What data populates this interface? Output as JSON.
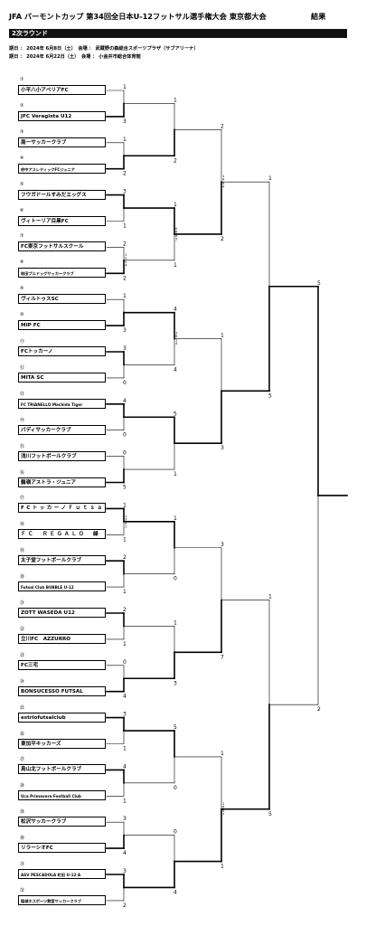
{
  "header": {
    "title": "JFA バーモントカップ 第34回全日本U-12フットサル選手権大会 東京都大会",
    "result_label": "結果",
    "round_label": "2次ラウンド",
    "info_lines": [
      "期日 ： 2024年 6月8日（土）　会場 ： 武蔵野の森総合スポーツプラザ（サブアリーナ）",
      "期日 ： 2024年 6月22日（土）　会場 ： 小金井市総合体育館"
    ]
  },
  "teams": [
    {
      "num": "①",
      "name": "小平八小アベリアFC"
    },
    {
      "num": "②",
      "name": "JFC Veragista U12"
    },
    {
      "num": "③",
      "name": "南一サッカークラブ"
    },
    {
      "num": "④",
      "name": "府中アスレティックFCジュニア"
    },
    {
      "num": "⑤",
      "name": "フウガドールすみだエッグス"
    },
    {
      "num": "⑥",
      "name": "ヴィトーリア目黒FC"
    },
    {
      "num": "⑦",
      "name": "FC東京フットサルスクール"
    },
    {
      "num": "⑧",
      "name": "和田ブルドッグサッカークラブ"
    },
    {
      "num": "⑨",
      "name": "ヴィルトゥスSC"
    },
    {
      "num": "⑩",
      "name": "MIP FC"
    },
    {
      "num": "⑪",
      "name": "FCトッカーノ"
    },
    {
      "num": "⑫",
      "name": "MITA SC"
    },
    {
      "num": "⑬",
      "name": "FC TRIANELLO Machida Tiger"
    },
    {
      "num": "⑭",
      "name": "パディサッカークラブ"
    },
    {
      "num": "⑮",
      "name": "浅川フットボールクラブ"
    },
    {
      "num": "⑯",
      "name": "鶴嶺アストラ・ジュニア"
    },
    {
      "num": "⑰",
      "name": "FCトッカーノＦｕｔｓａｌ"
    },
    {
      "num": "⑱",
      "name": "ＦＣ　ＲＥＧＡＬＯ　緑"
    },
    {
      "num": "⑲",
      "name": "太子堂フットボールクラブ"
    },
    {
      "num": "⑳",
      "name": "Futsal Club BUBBLE U-12"
    },
    {
      "num": "㉑",
      "name": "ZOTT WASEDA U12"
    },
    {
      "num": "㉒",
      "name": "立川FC　AZZURRO"
    },
    {
      "num": "㉓",
      "name": "FC三宅"
    },
    {
      "num": "㉔",
      "name": "BONSUCESSO FUTSAL"
    },
    {
      "num": "㉕",
      "name": "estriofutsalclub"
    },
    {
      "num": "㉖",
      "name": "東加平キッカーズ"
    },
    {
      "num": "㉗",
      "name": "烏山北フットボールクラブ"
    },
    {
      "num": "㉘",
      "name": "Uca Primavera Football Club"
    },
    {
      "num": "㉙",
      "name": "松沢サッカークラブ"
    },
    {
      "num": "㉚",
      "name": "リラーシオFC"
    },
    {
      "num": "㉛",
      "name": "ASV PESCADOLA 町田 U-12 A"
    },
    {
      "num": "㉜",
      "name": "稲城ホスポーツ教室サッカークラブ"
    }
  ],
  "scores": {
    "r1": [
      "1",
      "3",
      "1",
      "2",
      "3",
      "1",
      "2",
      "2",
      "1",
      "3",
      "3",
      "0",
      "4",
      "0",
      "0",
      "5",
      "1",
      "1",
      "2",
      "1",
      "2",
      "1",
      "0",
      "4",
      "3",
      "1",
      "4",
      "1",
      "3",
      "4",
      "3",
      "2"
    ],
    "r1_pk": [
      [],
      [],
      [],
      [],
      [],
      [],
      [
        "1",
        "2"
      ],
      [
        "5",
        "4"
      ],
      [],
      [],
      [],
      [],
      [],
      [],
      [],
      [],
      [
        "1",
        "3"
      ],
      [
        "4",
        "1"
      ],
      [],
      [],
      [],
      [],
      [],
      [],
      [],
      [],
      [],
      [],
      [],
      [],
      [],
      []
    ],
    "r2": [
      "1",
      "2",
      "1",
      "1",
      "4",
      "4",
      "5",
      "1",
      "1",
      "0",
      "1",
      "3",
      "5",
      "0",
      "0",
      "4"
    ],
    "r2_pk": [
      [],
      [],
      [
        "0",
        "6"
      ],
      [
        "6",
        "5"
      ],
      [
        "3",
        "6"
      ],
      [
        "1",
        "4"
      ],
      [],
      [],
      [],
      [],
      [],
      [],
      [],
      [],
      [],
      []
    ],
    "r3": [
      "2",
      "2",
      "1",
      "3",
      "3",
      "7",
      "1",
      "1"
    ],
    "r3_pk": [
      [
        "1",
        "4"
      ],
      [
        "5",
        "4"
      ],
      [],
      [],
      [],
      [],
      [
        "1",
        "6"
      ],
      [
        "5",
        "7"
      ]
    ],
    "r4": [
      "1",
      "5",
      "1",
      "5"
    ],
    "r5": [
      "5",
      "2"
    ]
  }
}
